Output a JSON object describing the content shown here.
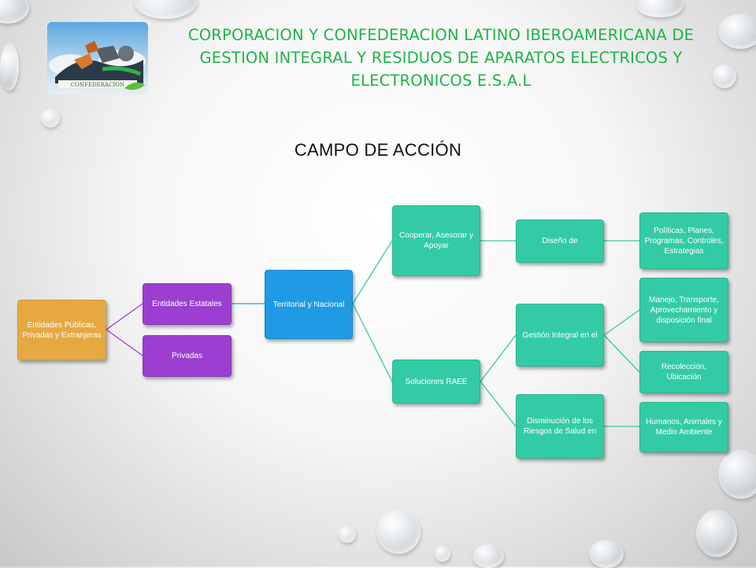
{
  "header": {
    "title": "CORPORACION Y CONFEDERACION LATINO IBEROAMERICANA DE GESTION INTEGRAL Y RESIDUOS DE APARATOS ELECTRICOS Y ELECTRONICOS E.S.A.L"
  },
  "slide": {
    "subtitle": "CAMPO DE ACCIÓN"
  },
  "logo": {
    "icon": "confederation-logo-icon",
    "text": "CONFEDERACION"
  },
  "colors": {
    "header_text": "#1fb34a",
    "root": "#e6a841",
    "level1": "#9c3fd0",
    "level2": "#1e9be4",
    "level3_plus": "#33cba6"
  },
  "diagram": {
    "nodes": {
      "entidades": "Entidades Publicas, Privadas y Extranjeras",
      "estatales": "Entidades Estatales",
      "privadas": "Privadas",
      "territorial": "Territorial y Nacional",
      "cooperar": "Cooperar, Asesorar y Apoyar",
      "soluciones": "Soluciones RAEE",
      "diseno": "Diseño de",
      "politicas": "Políticas, Planes, Programas, Controles, Estrategias",
      "gestion": "Gestión Integral en el",
      "disminucion": "Disminución de los Riesgos de Salud en",
      "manejo": "Manejo, Transporte, Aprovechamiento y disposición final",
      "recoleccion": "Recolección, Ubicación",
      "humanos": "Humanos, Animales y Medio Ambiente"
    }
  }
}
